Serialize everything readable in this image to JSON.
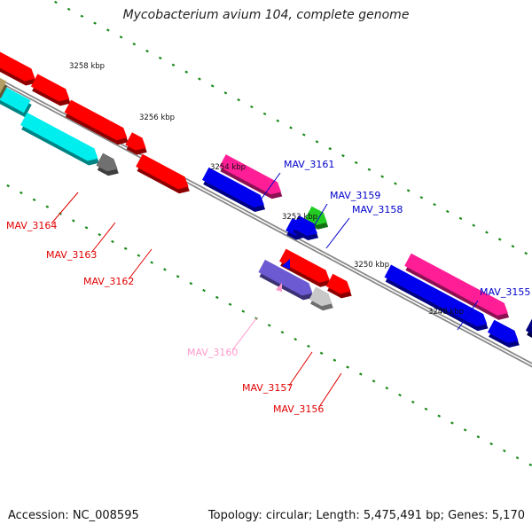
{
  "title": "Mycobacterium avium 104, complete genome",
  "footer": {
    "accession": "Accession: NC_008595",
    "stats": "Topology: circular; Length: 5,475,491 bp; Genes: 5,170"
  },
  "colors": {
    "red": "#ff0000",
    "pink": "#ff1e96",
    "blue": "#0000ee",
    "cyan": "#00eeee",
    "green": "#22cc22",
    "gray": "#707070",
    "lightgray": "#c8c8c8",
    "slate": "#6c5ad2",
    "navy": "#000080",
    "tan": "#b4a064",
    "label_red": "#e00000",
    "label_blue": "#0000cc",
    "label_pink": "#ff99cc",
    "tick_green": "#1a8a1a"
  },
  "ticks": [
    {
      "label": "3258 kbp"
    },
    {
      "label": "3256 kbp"
    },
    {
      "label": "3254 kbp"
    },
    {
      "label": "3252 kbp"
    },
    {
      "label": "3250 kbp"
    },
    {
      "label": "3248 kbp"
    }
  ],
  "genes": [
    {
      "label": "MAV_3164",
      "strand": "minus",
      "color": "label_red"
    },
    {
      "label": "MAV_3163",
      "strand": "minus",
      "color": "label_red"
    },
    {
      "label": "MAV_3162",
      "strand": "minus",
      "color": "label_red"
    },
    {
      "label": "MAV_3161",
      "strand": "plus",
      "color": "label_blue"
    },
    {
      "label": "MAV_3159",
      "strand": "plus",
      "color": "label_blue"
    },
    {
      "label": "MAV_3158",
      "strand": "plus",
      "color": "label_blue"
    },
    {
      "label": "MAV_3160",
      "strand": "minus",
      "color": "label_pink"
    },
    {
      "label": "MAV_3157",
      "strand": "minus",
      "color": "label_red"
    },
    {
      "label": "MAV_3156",
      "strand": "minus",
      "color": "label_red"
    },
    {
      "label": "MAV_3155",
      "strand": "plus",
      "color": "label_blue"
    }
  ]
}
